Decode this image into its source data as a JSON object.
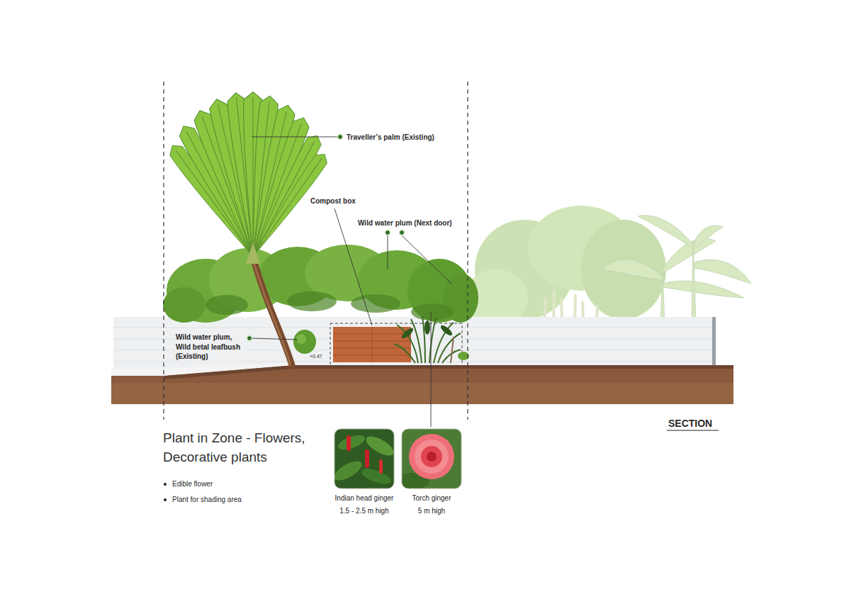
{
  "diagram": {
    "title": "Plant in Zone - Flowers, Decorative plants",
    "nodes": [
      {
        "text": [
          "Indian head ginger",
          "1.5 - 2.5 m high"
        ]
      },
      {
        "text": [
          "Torch ginger",
          "5 m high"
        ]
      }
    ],
    "labels": [
      "Traveller’s palm (Existing)",
      "Compost box",
      "Wild water plum (Next door)",
      "Wild water plum, Wild betal leafbush (Existing)",
      "+0.47",
      "Edible flower",
      "Plant for shading area",
      "SECTION"
    ]
  }
}
